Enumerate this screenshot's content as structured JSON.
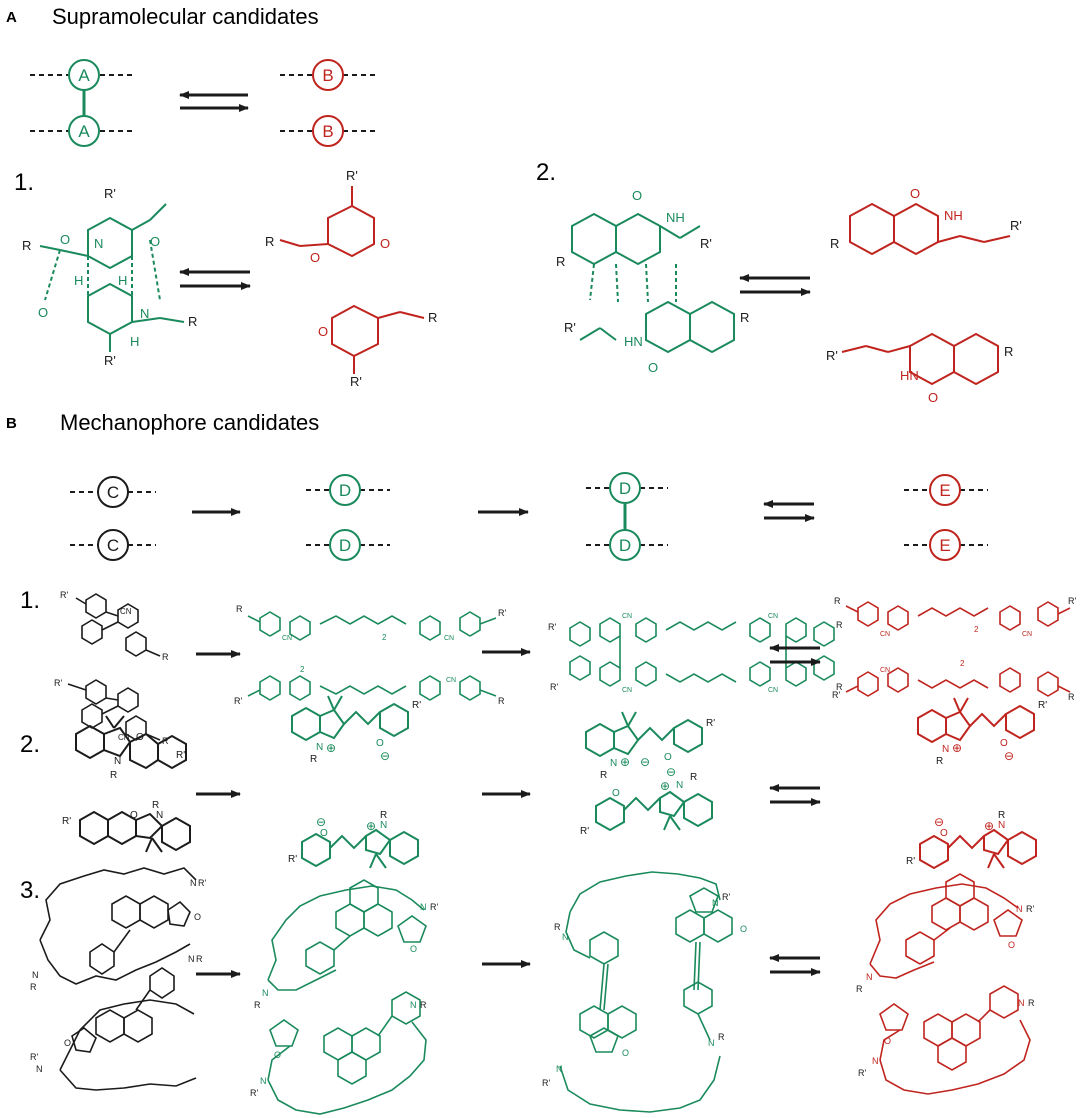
{
  "colors": {
    "green": "#1a8a5c",
    "red": "#c0241e",
    "black": "#1b1b1b",
    "gray": "#444444"
  },
  "panel_a": {
    "letter": "A",
    "title": "Supramolecular candidates",
    "node_a": "A",
    "node_b": "B",
    "row1_label": "1.",
    "row2_label": "2."
  },
  "panel_b": {
    "letter": "B",
    "title": "Mechanophore candidates",
    "node_c": "C",
    "node_d": "D",
    "node_e": "E",
    "row1_label": "1.",
    "row2_label": "2.",
    "row3_label": "3."
  },
  "atoms": {
    "r": "R",
    "rp": "R'",
    "n": "N",
    "h": "H",
    "o": "O",
    "nh": "NH",
    "hn": "HN",
    "cn": "CN",
    "sub2": "2",
    "plus": "⊕",
    "minus": "⊖"
  }
}
